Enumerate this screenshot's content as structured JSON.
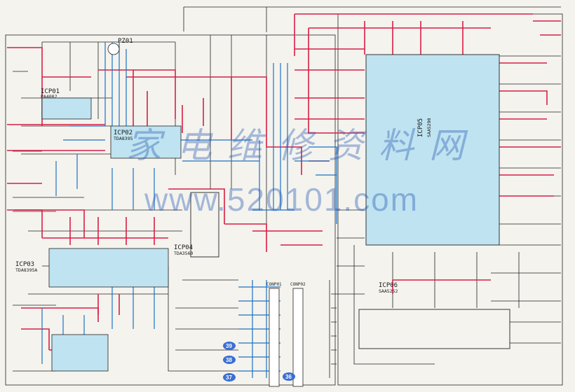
{
  "ics": [
    {
      "id": "pz01",
      "label": "PZ01",
      "sub": ""
    },
    {
      "id": "icp01",
      "label": "ICP01",
      "sub": "PA4002"
    },
    {
      "id": "icp02",
      "label": "ICP02",
      "sub": "TDA8395"
    },
    {
      "id": "icp03",
      "label": "ICP03",
      "sub": "TDA8395A"
    },
    {
      "id": "icp04",
      "label": "ICP04",
      "sub": "TDA3560"
    },
    {
      "id": "icp05",
      "label": "ICP05",
      "sub": "SAA5290"
    },
    {
      "id": "icp06",
      "label": "ICP06",
      "sub": "SAA5252"
    }
  ],
  "connectors": [
    {
      "id": "conp1",
      "label": "CONP01"
    },
    {
      "id": "conp2",
      "label": "CONP02"
    }
  ],
  "callouts": [
    {
      "id": "c39",
      "num": "39"
    },
    {
      "id": "c38",
      "num": "38"
    },
    {
      "id": "c37",
      "num": "37"
    },
    {
      "id": "c36",
      "num": "36"
    }
  ],
  "watermark": {
    "chinese": "家电维修资料网",
    "url": "www.520101.com"
  },
  "colors": {
    "background": "#f4f3ee",
    "trace_red": "#d81e45",
    "trace_blue": "#1d73c2",
    "ic_fill": "#bfe3f0",
    "callout_fill": "#3b6fd1",
    "wire_black": "#222222"
  }
}
